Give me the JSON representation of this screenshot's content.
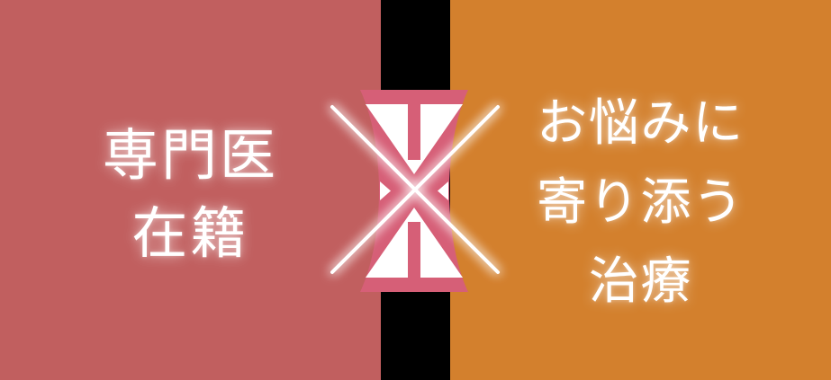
{
  "banner": {
    "left_panel": {
      "bg_color": "#c15f5f",
      "lines": [
        "専門医",
        "在籍"
      ]
    },
    "divider": {
      "bg_color": "#000000"
    },
    "right_panel": {
      "bg_color": "#d3802d",
      "lines": [
        "お悩みに",
        "寄り添う",
        "治療"
      ]
    },
    "center_emblem": {
      "name": "x-cross-emblem",
      "pink_color": "#d65f77",
      "white_color": "#ffffff"
    },
    "text_color": "#ffffff"
  }
}
